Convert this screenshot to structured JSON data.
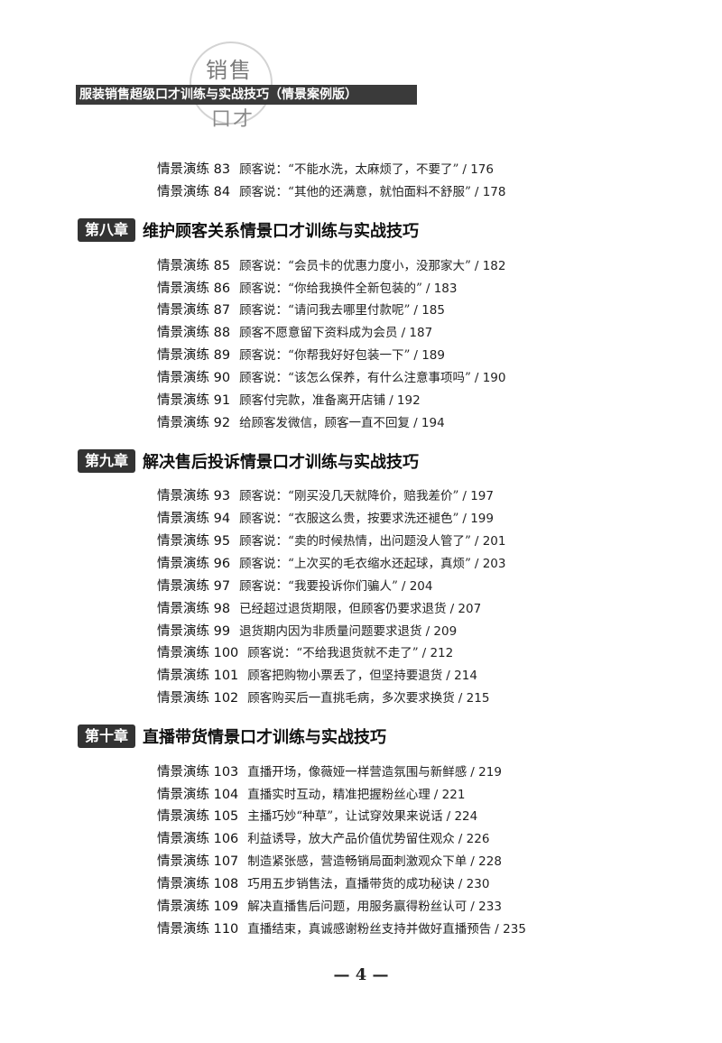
{
  "header": {
    "title": "服装销售超级口才训练与实战技巧（情景案例版）",
    "seal_top": "销售",
    "seal_bottom": "口才"
  },
  "entries_top": [
    {
      "label": "情景演练 83",
      "text": "顾客说：“不能水洗，太麻烦了，不要了”",
      "page": "/ 176"
    },
    {
      "label": "情景演练 84",
      "text": "顾客说：“其他的还满意，就怕面料不舒服”",
      "page": "/ 178"
    }
  ],
  "chapters": [
    {
      "badge": "第八章",
      "title": "维护顾客关系情景口才训练与实战技巧",
      "entries": [
        {
          "label": "情景演练 85",
          "text": "顾客说：“会员卡的优惠力度小，没那家大”",
          "page": "/ 182"
        },
        {
          "label": "情景演练 86",
          "text": "顾客说：“你给我换件全新包装的”",
          "page": "/ 183"
        },
        {
          "label": "情景演练 87",
          "text": "顾客说：“请问我去哪里付款呢”",
          "page": "/ 185"
        },
        {
          "label": "情景演练 88",
          "text": "顾客不愿意留下资料成为会员",
          "page": "/ 187"
        },
        {
          "label": "情景演练 89",
          "text": "顾客说：“你帮我好好包装一下”",
          "page": "/ 189"
        },
        {
          "label": "情景演练 90",
          "text": "顾客说：“该怎么保养，有什么注意事项吗”",
          "page": "/ 190"
        },
        {
          "label": "情景演练 91",
          "text": "顾客付完款，准备离开店铺",
          "page": "/ 192"
        },
        {
          "label": "情景演练 92",
          "text": "给顾客发微信，顾客一直不回复",
          "page": "/ 194"
        }
      ]
    },
    {
      "badge": "第九章",
      "title": "解决售后投诉情景口才训练与实战技巧",
      "entries": [
        {
          "label": "情景演练 93",
          "text": "顾客说：“刚买没几天就降价，赔我差价”",
          "page": "/ 197"
        },
        {
          "label": "情景演练 94",
          "text": "顾客说：“衣服这么贵，按要求洗还褪色”",
          "page": "/ 199"
        },
        {
          "label": "情景演练 95",
          "text": "顾客说：“卖的时候热情，出问题没人管了”",
          "page": "/ 201"
        },
        {
          "label": "情景演练 96",
          "text": "顾客说：“上次买的毛衣缩水还起球，真烦”",
          "page": "/ 203"
        },
        {
          "label": "情景演练 97",
          "text": "顾客说：“我要投诉你们骗人”",
          "page": "/ 204"
        },
        {
          "label": "情景演练 98",
          "text": "已经超过退货期限，但顾客仍要求退货",
          "page": "/ 207"
        },
        {
          "label": "情景演练 99",
          "text": "退货期内因为非质量问题要求退货",
          "page": "/ 209"
        },
        {
          "label": "情景演练 100",
          "text": "顾客说：“不给我退货就不走了”",
          "page": "/ 212"
        },
        {
          "label": "情景演练 101",
          "text": "顾客把购物小票丢了，但坚持要退货",
          "page": "/ 214"
        },
        {
          "label": "情景演练 102",
          "text": "顾客购买后一直挑毛病，多次要求换货",
          "page": "/ 215"
        }
      ]
    },
    {
      "badge": "第十章",
      "title": "直播带货情景口才训练与实战技巧",
      "entries": [
        {
          "label": "情景演练 103",
          "text": "直播开场，像薇娅一样营造氛围与新鲜感",
          "page": "/ 219"
        },
        {
          "label": "情景演练 104",
          "text": "直播实时互动，精准把握粉丝心理",
          "page": "/ 221"
        },
        {
          "label": "情景演练 105",
          "text": "主播巧妙“种草”，让试穿效果来说话",
          "page": "/ 224"
        },
        {
          "label": "情景演练 106",
          "text": "利益诱导，放大产品价值优势留住观众",
          "page": "/ 226"
        },
        {
          "label": "情景演练 107",
          "text": "制造紧张感，营造畅销局面刺激观众下单",
          "page": "/ 228"
        },
        {
          "label": "情景演练 108",
          "text": "巧用五步销售法，直播带货的成功秘诀",
          "page": "/ 230"
        },
        {
          "label": "情景演练 109",
          "text": "解决直播售后问题，用服务赢得粉丝认可",
          "page": "/ 233"
        },
        {
          "label": "情景演练 110",
          "text": "直播结束，真诚感谢粉丝支持并做好直播预告",
          "page": "/ 235"
        }
      ]
    }
  ],
  "footer": {
    "page_number": "— 4 —"
  }
}
